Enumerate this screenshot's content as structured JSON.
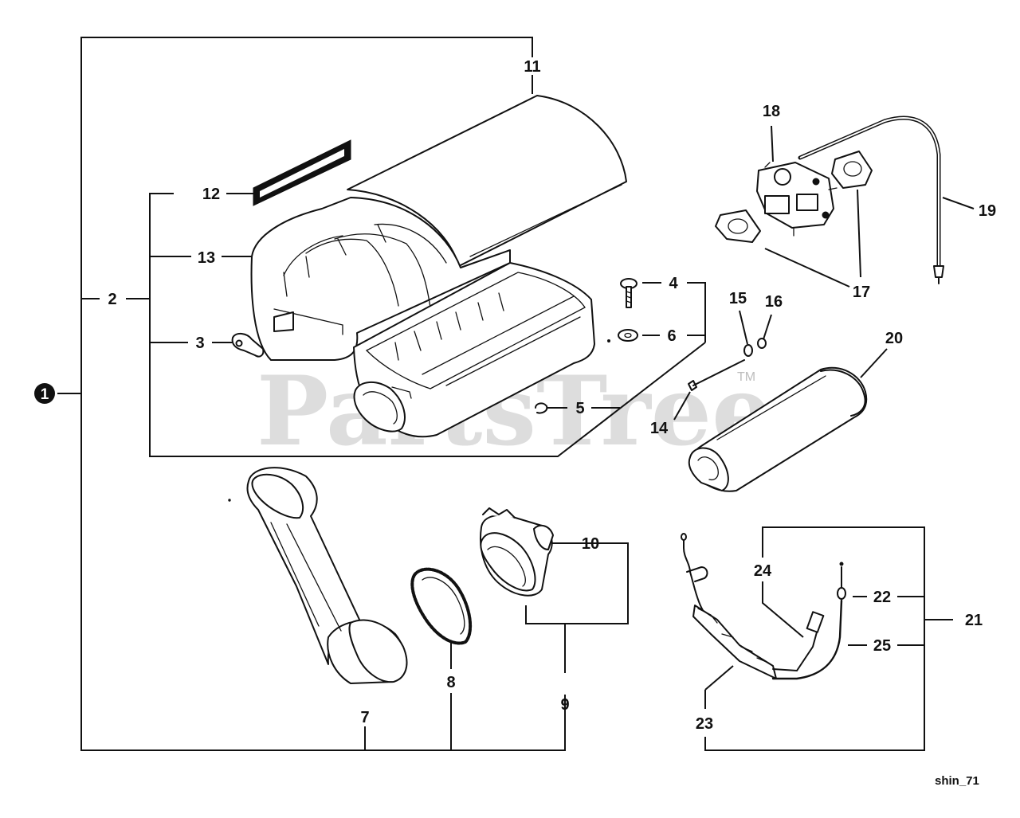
{
  "diagram": {
    "assembly_label": "1",
    "watermark": "PartsTree",
    "trademark": "TM",
    "code": "shin_71",
    "callouts": {
      "c2": "2",
      "c3": "3",
      "c4": "4",
      "c5": "5",
      "c6": "6",
      "c7": "7",
      "c8": "8",
      "c9": "9",
      "c10": "10",
      "c11": "11",
      "c12": "12",
      "c13": "13",
      "c14": "14",
      "c15": "15",
      "c16": "16",
      "c17": "17",
      "c18": "18",
      "c19": "19",
      "c20": "20",
      "c21": "21",
      "c22": "22",
      "c23": "23",
      "c24": "24",
      "c25": "25"
    }
  }
}
